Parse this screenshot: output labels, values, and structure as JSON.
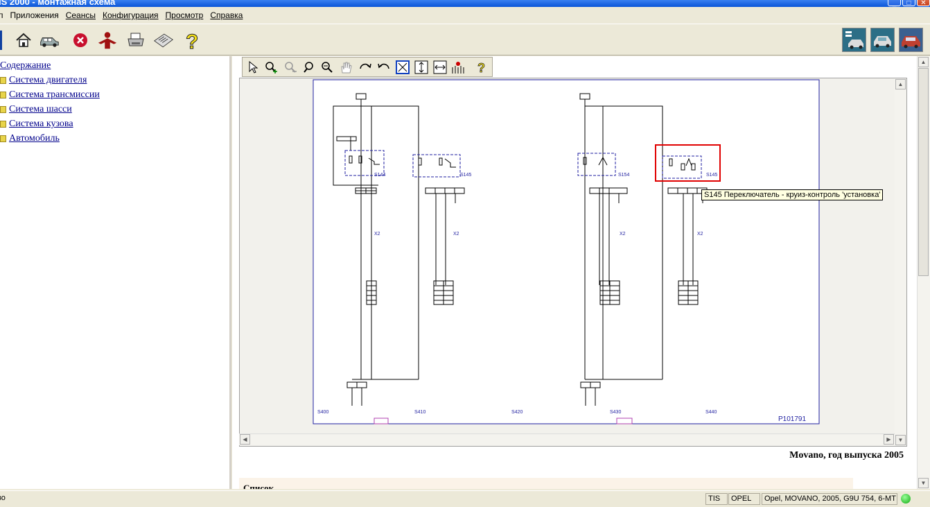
{
  "window": {
    "title": "IS 2000 - монтажная схема"
  },
  "menu": [
    {
      "label": "п",
      "underline": false
    },
    {
      "label": "Приложения",
      "underline": false
    },
    {
      "label": "Сеансы",
      "underline": true
    },
    {
      "label": "Конфигурация",
      "underline": true
    },
    {
      "label": "Просмотр",
      "underline": true
    },
    {
      "label": "Справка",
      "underline": true
    }
  ],
  "tree": {
    "root": "Содержание",
    "items": [
      "Система двигателя",
      "Система трансмиссии",
      "Система шасси",
      "Система кузова",
      "Автомобиль"
    ]
  },
  "diagram": {
    "tooltip": "S145 Переключатель - круиз-контроль 'установка'",
    "id": "P101791",
    "components": [
      "S144",
      "S145",
      "S154",
      "S145"
    ],
    "connector": "X2",
    "grid_labels": [
      "S400",
      "S410",
      "S420",
      "S430",
      "S440"
    ],
    "caption": "Movano, год выпуска 2005",
    "section_title": "Список"
  },
  "status": {
    "left": "во",
    "app": "TIS",
    "make": "OPEL",
    "vehicle": "Opel, MOVANO, 2005, G9U 754, 6-MT"
  },
  "colors": {
    "accent": "#0a55d8",
    "highlight": "#e00000",
    "wire": "#000000",
    "label": "#1f1fa0"
  }
}
